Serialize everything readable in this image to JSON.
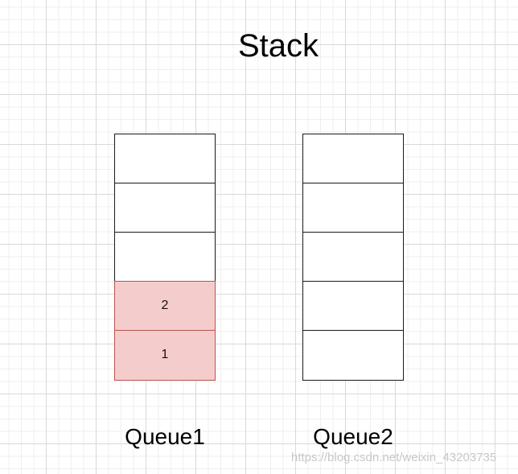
{
  "title": "Stack",
  "queues": [
    {
      "label": "Queue1",
      "cells": [
        "",
        "",
        "",
        "2",
        "1"
      ],
      "filled": [
        false,
        false,
        false,
        true,
        true
      ]
    },
    {
      "label": "Queue2",
      "cells": [
        "",
        "",
        "",
        "",
        ""
      ],
      "filled": [
        false,
        false,
        false,
        false,
        false
      ]
    }
  ],
  "colors": {
    "filled_fill": "#f5cccc",
    "filled_stroke": "#b85450",
    "empty_fill": "#ffffff",
    "stroke": "#1a1a1a"
  },
  "watermark": "https://blog.csdn.net/weixin_43203735"
}
